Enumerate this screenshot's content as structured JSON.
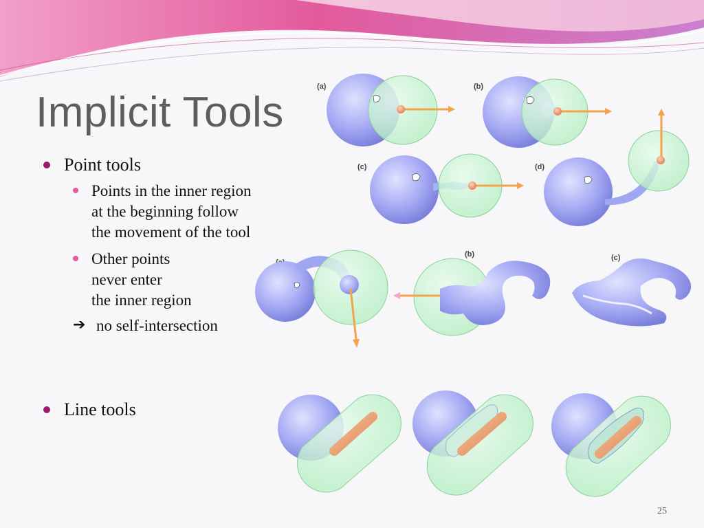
{
  "slide": {
    "title": "Implicit Tools",
    "page_number": "25",
    "bullets": [
      {
        "label": "Point tools",
        "subitems": [
          {
            "lines": [
              "Points in the inner region",
              "at the beginning follow",
              "the movement of the tool"
            ]
          },
          {
            "lines": [
              "Other points",
              "never enter",
              "the inner region"
            ]
          }
        ],
        "conclusion": "no self-intersection"
      },
      {
        "label": "Line tools"
      }
    ]
  },
  "figures": {
    "point_tool_top": {
      "labels": [
        "(a)",
        "(b)",
        "(c)",
        "(d)"
      ]
    },
    "point_tool_bottom": {
      "labels": [
        "(a)",
        "(b)",
        "(c)"
      ]
    }
  },
  "colors": {
    "bullet_primary": "#a0176e",
    "bullet_secondary": "#e35a9c",
    "title": "#5d5d5d",
    "wave_pink": "#e8599c",
    "wave_purple": "#b779c7",
    "blob": "#9ea4f2",
    "tool_sphere": "#bff2c8",
    "arrow": "#f2a44a"
  }
}
